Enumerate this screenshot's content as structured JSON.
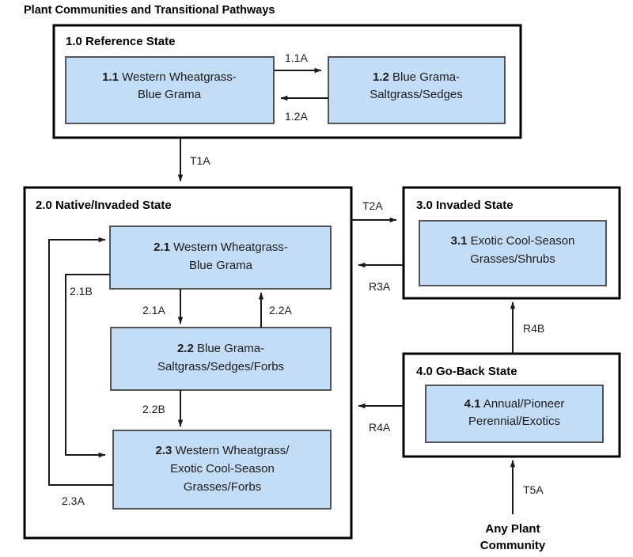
{
  "page": {
    "title": "Plant Communities and Transitional Pathways"
  },
  "states": [
    {
      "id": "state-1",
      "label": "1.0 Reference State",
      "communities": [
        {
          "id": "1.1",
          "number": "1.1",
          "lines": [
            "Western Wheatgrass-",
            "Blue Grama"
          ]
        },
        {
          "id": "1.2",
          "number": "1.2",
          "lines": [
            "Blue Grama-",
            "Saltgrass/Sedges"
          ]
        }
      ]
    },
    {
      "id": "state-2",
      "label": "2.0 Native/Invaded State",
      "communities": [
        {
          "id": "2.1",
          "number": "2.1",
          "lines": [
            "Western Wheatgrass-",
            "Blue Grama"
          ]
        },
        {
          "id": "2.2",
          "number": "2.2",
          "lines": [
            "Blue Grama-",
            "Saltgrass/Sedges/Forbs"
          ]
        },
        {
          "id": "2.3",
          "number": "2.3",
          "lines": [
            "Western Wheatgrass/",
            "Exotic Cool-Season",
            "Grasses/Forbs"
          ]
        }
      ]
    },
    {
      "id": "state-3",
      "label": "3.0 Invaded State",
      "communities": [
        {
          "id": "3.1",
          "number": "3.1",
          "lines": [
            "Exotic Cool-Season",
            "Grasses/Shrubs"
          ]
        }
      ]
    },
    {
      "id": "state-4",
      "label": "4.0 Go-Back State",
      "communities": [
        {
          "id": "4.1",
          "number": "4.1",
          "lines": [
            "Annual/Pioneer",
            "Perennial/Exotics"
          ]
        }
      ]
    }
  ],
  "external_nodes": [
    {
      "id": "any-plant-community",
      "lines": [
        "Any Plant",
        "Community"
      ]
    }
  ],
  "pathways": [
    {
      "id": "1.1A",
      "label": "1.1A",
      "from": "1.1",
      "to": "1.2",
      "kind": "community-pathway"
    },
    {
      "id": "1.2A",
      "label": "1.2A",
      "from": "1.2",
      "to": "1.1",
      "kind": "community-pathway"
    },
    {
      "id": "T1A",
      "label": "T1A",
      "from": "1.0",
      "to": "2.0",
      "kind": "transition"
    },
    {
      "id": "2.1A",
      "label": "2.1A",
      "from": "2.1",
      "to": "2.2",
      "kind": "community-pathway"
    },
    {
      "id": "2.2A",
      "label": "2.2A",
      "from": "2.2",
      "to": "2.1",
      "kind": "community-pathway"
    },
    {
      "id": "2.1B",
      "label": "2.1B",
      "from": "2.1",
      "to": "2.3",
      "kind": "community-pathway"
    },
    {
      "id": "2.2B",
      "label": "2.2B",
      "from": "2.2",
      "to": "2.3",
      "kind": "community-pathway"
    },
    {
      "id": "2.3A",
      "label": "2.3A",
      "from": "2.3",
      "to": "2.1",
      "kind": "community-pathway"
    },
    {
      "id": "T2A",
      "label": "T2A",
      "from": "2.0",
      "to": "3.0",
      "kind": "transition"
    },
    {
      "id": "R3A",
      "label": "R3A",
      "from": "3.0",
      "to": "2.0",
      "kind": "restoration"
    },
    {
      "id": "R4B",
      "label": "R4B",
      "from": "4.0",
      "to": "3.0",
      "kind": "restoration"
    },
    {
      "id": "R4A",
      "label": "R4A",
      "from": "4.0",
      "to": "2.0",
      "kind": "restoration"
    },
    {
      "id": "T5A",
      "label": "T5A",
      "from": "any-plant-community",
      "to": "4.0",
      "kind": "transition"
    }
  ],
  "colors": {
    "community_fill": "#c3ddf7",
    "community_stroke": "#444444",
    "state_stroke": "#000000",
    "line": "#1a1a1a",
    "background": "#ffffff"
  }
}
